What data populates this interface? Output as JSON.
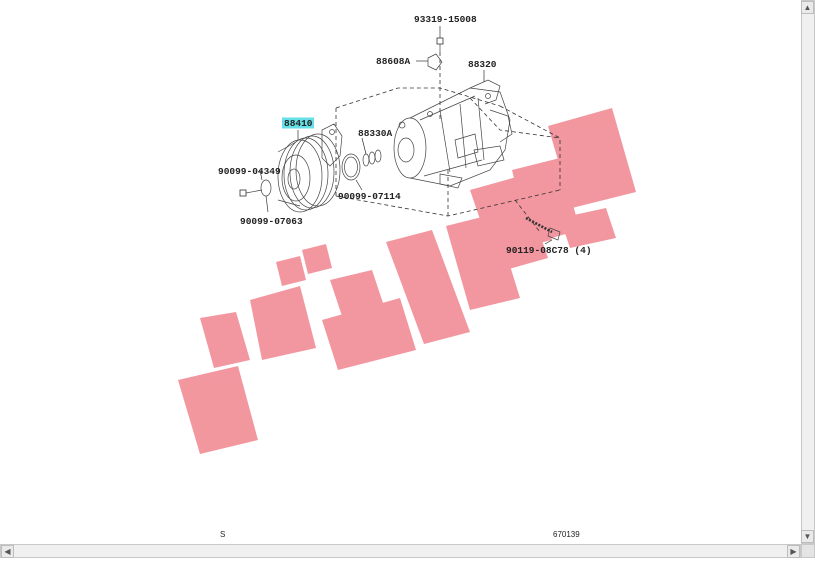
{
  "parts": {
    "p93319": "93319-15008",
    "p88608": "88608A",
    "p88320": "88320",
    "p88410": "88410",
    "p88330": "88330A",
    "p90099a": "90099-04349",
    "p90099b": "90099-07063",
    "p90099c": "90099-07114",
    "p90119": "90119-08C78 (4)"
  },
  "highlight_color": "#66e0e6",
  "watermark_color": "#f0808a",
  "footer": {
    "left_mark": "S",
    "illustration_id": "670139"
  },
  "scroll": {
    "up": "▲",
    "down": "▼",
    "left": "◀",
    "right": "▶"
  }
}
